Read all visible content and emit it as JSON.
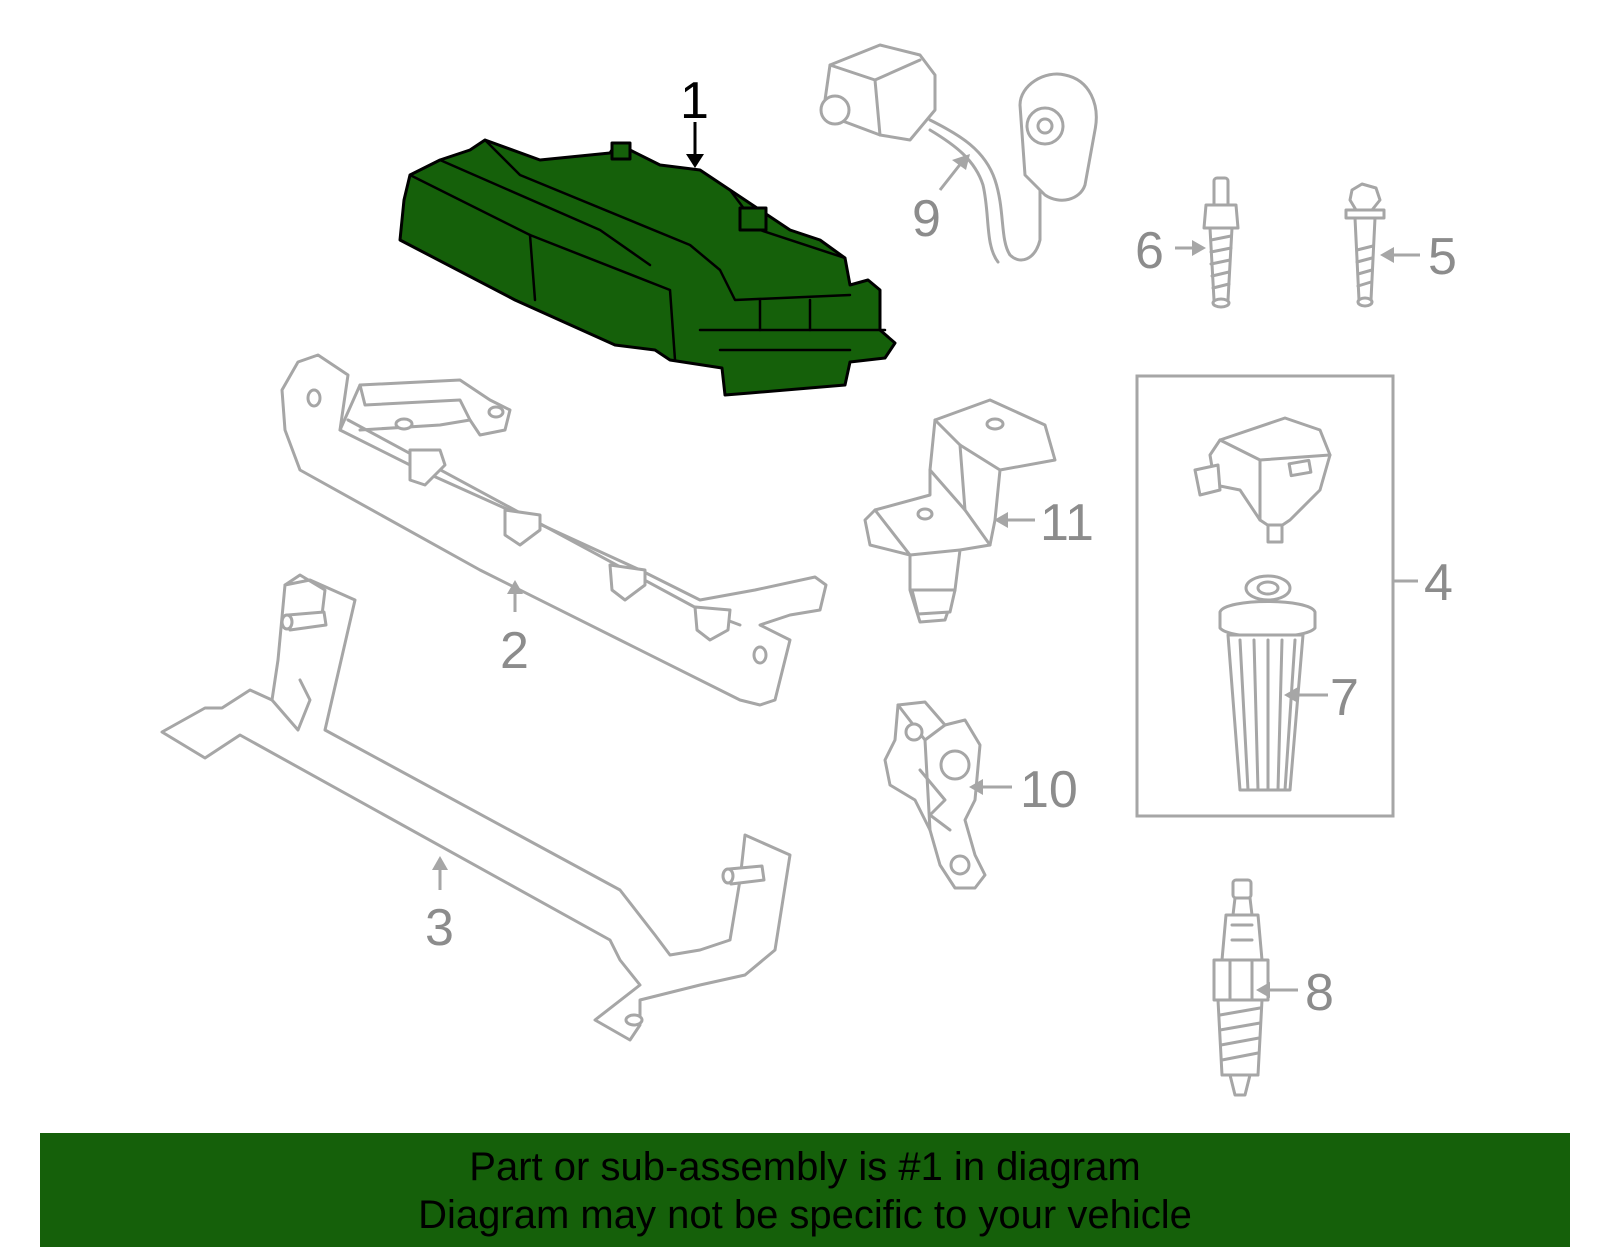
{
  "diagram": {
    "highlight_color": "#15600a",
    "part_outline_color": "#a6a6a6",
    "highlighted_callout": "1",
    "callouts": [
      "1",
      "2",
      "3",
      "4",
      "5",
      "6",
      "7",
      "8",
      "9",
      "10",
      "11"
    ]
  },
  "banner": {
    "background_color": "#15600a",
    "line1": "Part or sub-assembly is #1 in diagram",
    "line2": "Diagram may not be specific to your vehicle"
  }
}
